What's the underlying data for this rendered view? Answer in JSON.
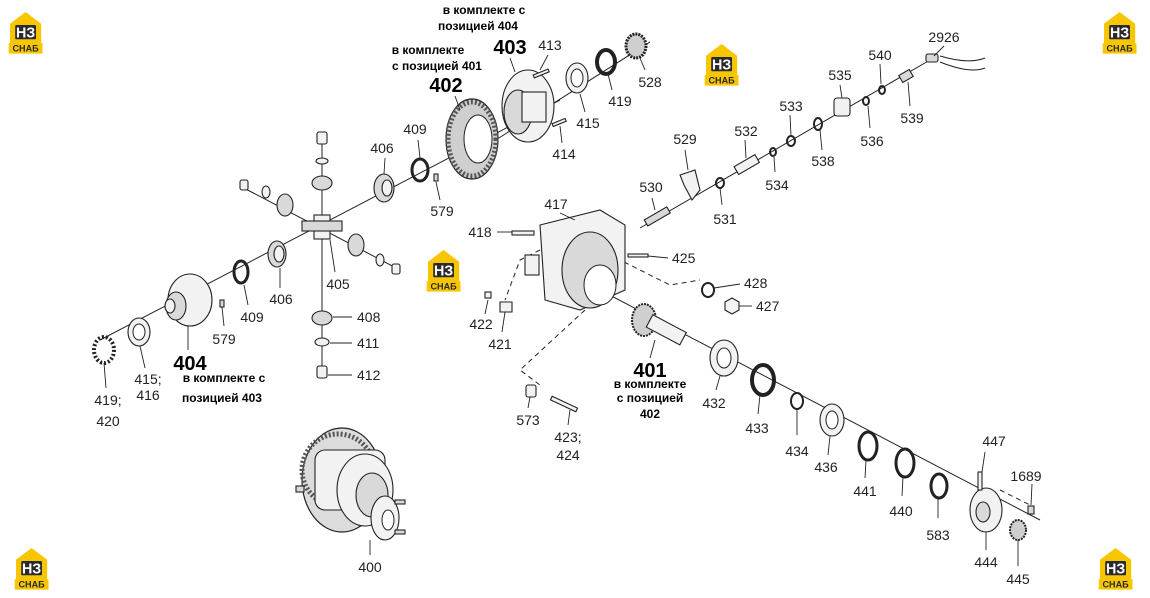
{
  "logo": {
    "text": "НЗ",
    "subtext": "СНАБ"
  },
  "callouts": {
    "c400": "400",
    "c401": "401",
    "c402": "402",
    "c403": "403",
    "c404": "404",
    "c405": "405",
    "c406a": "406",
    "c406b": "406",
    "c408": "408",
    "c409a": "409",
    "c409b": "409",
    "c411": "411",
    "c412": "412",
    "c413": "413",
    "c414": "414",
    "c415": "415",
    "c415_416a": "415;",
    "c415_416b": "416",
    "c417": "417",
    "c418": "418",
    "c419": "419",
    "c419_420a": "419;",
    "c419_420b": "420",
    "c421": "421",
    "c422": "422",
    "c423_424a": "423;",
    "c423_424b": "424",
    "c425": "425",
    "c427": "427",
    "c428": "428",
    "c432": "432",
    "c433": "433",
    "c434": "434",
    "c436": "436",
    "c440": "440",
    "c441": "441",
    "c444": "444",
    "c445": "445",
    "c447": "447",
    "c528": "528",
    "c529": "529",
    "c530": "530",
    "c531": "531",
    "c532": "532",
    "c533": "533",
    "c534": "534",
    "c535": "535",
    "c536": "536",
    "c538": "538",
    "c539": "539",
    "c540": "540",
    "c573": "573",
    "c579a": "579",
    "c579b": "579",
    "c583": "583",
    "c1689": "1689",
    "c2926": "2926"
  },
  "notes": {
    "n403_l1": "в комплекте с",
    "n403_l2": "позицией 404",
    "n402_l1": "в комплекте",
    "n402_l2": "с позицией 401",
    "n404_l1": "в комплекте с",
    "n404_l2": "позицией 403",
    "n401_l1": "в комплекте",
    "n401_l2": "с позицией",
    "n401_l3": "402"
  }
}
